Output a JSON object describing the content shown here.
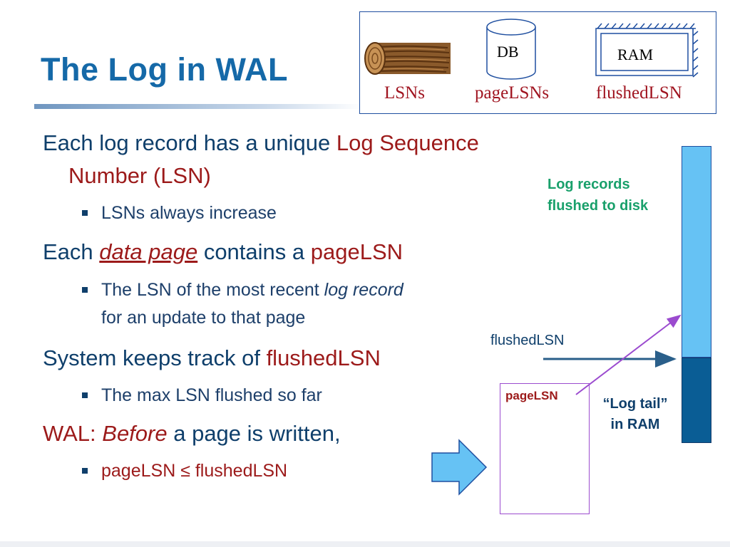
{
  "slide": {
    "title": "The Log in WAL"
  },
  "legend": {
    "db_label": "DB",
    "ram_label": "RAM",
    "lsns_label": "LSNs",
    "pagelsns_label": "pageLSNs",
    "flushedlsn_label": "flushedLSN"
  },
  "bullets": {
    "b1_prefix": "Each log record has a unique ",
    "b1_red": "Log Sequence",
    "b1_red2": "Number (LSN)",
    "b1_sub": "LSNs always increase",
    "b2_prefix": "Each ",
    "b2_italic": "data page",
    "b2_mid": " contains a ",
    "b2_red": "pageLSN",
    "b2_sub_prefix": "The LSN of the most recent ",
    "b2_sub_italic": "log record",
    "b2_sub_line2": "for an update to that page",
    "b3_prefix": "System keeps track of ",
    "b3_red": "flushedLSN",
    "b3_sub": "The max LSN flushed so far",
    "b4_red": "WAL:  ",
    "b4_italic": "Before",
    "b4_rest": " a page is written,",
    "b4_sub": "pageLSN ≤ flushedLSN"
  },
  "diagram": {
    "log_records_line1": "Log records",
    "log_records_line2": "flushed to disk",
    "flushed_label": "flushedLSN",
    "page_label": "pageLSN",
    "log_tail_line1": "“Log tail”",
    "log_tail_line2": "in RAM"
  },
  "colors": {
    "title": "#1569a8",
    "accent_red": "#9c1a1a",
    "green_note": "#19a06b",
    "log_disk": "#66c2f4",
    "log_ram": "#0a5d95",
    "purple": "#9b4bcf"
  }
}
